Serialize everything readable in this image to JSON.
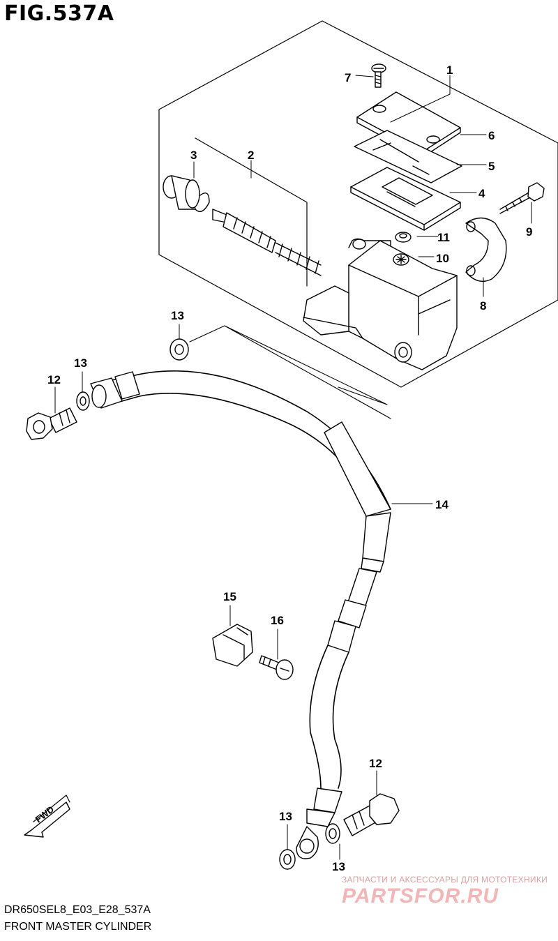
{
  "figure_title": "FIG.537A",
  "footer": {
    "model_code": "DR650SEL8_E03_E28_537A",
    "section_name": "FRONT MASTER CYLINDER"
  },
  "watermark": {
    "tagline": "ЗАПЧАСТИ И АКСЕССУАРЫ ДЛЯ МОТОТЕХНИКИ",
    "brand": "PARTSFOR.RU"
  },
  "fwd_label": "FWD",
  "callouts": {
    "c1": "1",
    "c2": "2",
    "c3": "3",
    "c4": "4",
    "c5": "5",
    "c6": "6",
    "c7": "7",
    "c8": "8",
    "c9": "9",
    "c10": "10",
    "c11": "11",
    "c12a": "12",
    "c12b": "12",
    "c13a": "13",
    "c13b": "13",
    "c13c": "13",
    "c13d": "13",
    "c14": "14",
    "c15": "15",
    "c16": "16"
  }
}
